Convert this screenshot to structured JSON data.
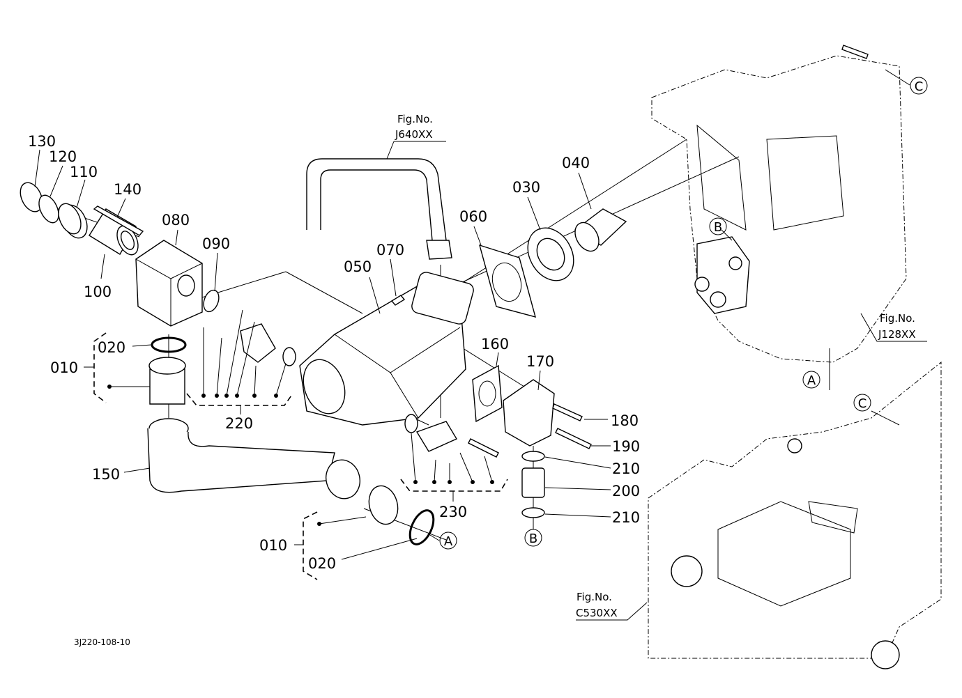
{
  "diagram": {
    "type": "exploded parts diagram",
    "drawing_code": "3J220-108-10",
    "part_labels": {
      "p010a": "010",
      "p010b": "010",
      "p020a": "020",
      "p020b": "020",
      "p030": "030",
      "p040": "040",
      "p050": "050",
      "p060": "060",
      "p070": "070",
      "p080": "080",
      "p090": "090",
      "p100": "100",
      "p110": "110",
      "p120": "120",
      "p130": "130",
      "p140": "140",
      "p150": "150",
      "p160": "160",
      "p170": "170",
      "p180": "180",
      "p190": "190",
      "p200": "200",
      "p210a": "210",
      "p210b": "210",
      "p220": "220",
      "p230": "230"
    },
    "figure_refs": {
      "j640": {
        "line1": "Fig.No.",
        "line2": "J640XX"
      },
      "j128": {
        "line1": "Fig.No.",
        "line2": "J128XX"
      },
      "c530": {
        "line1": "Fig.No.",
        "line2": "C530XX"
      }
    },
    "reference_markers": {
      "a1": "A",
      "a2": "A",
      "b1": "B",
      "b2": "B",
      "c1": "C",
      "c2": "C"
    }
  }
}
